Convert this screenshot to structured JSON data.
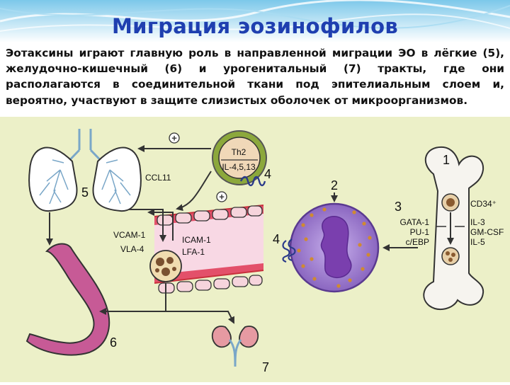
{
  "title": "Миграция эозинофилов",
  "description": "Эотаксины играют главную роль в направленной миграции ЭО в лёгкие (5), желудочно-кишечный (6) и урогенитальный (7) тракты, где они располагаются в соединительной ткани под эпителиальным слоем и, вероятно, участвуют в защите слизистых оболочек от микроорганизмов.",
  "colors": {
    "title": "#1f3fb0",
    "panel_bg": "#ecf0c8",
    "bone": "#f6f4ef",
    "vessel": "#c8303c",
    "eosinophil": "#9d7ad0",
    "nucleus": "#7a3fae",
    "granule": "#d08a30",
    "th2": "#8ca83c",
    "stomach": "#c75a96",
    "kidney": "#e69aa2"
  },
  "diagram": {
    "numbers": {
      "n1": "1",
      "n2": "2",
      "n3": "3",
      "n4a": "4",
      "n4b": "4",
      "n5": "5",
      "n6": "6",
      "n7": "7"
    },
    "plus": "+",
    "th2_label": "Th2",
    "th2_cytokines": "IL-4,5,13",
    "ccl11": "CCL11",
    "vcam1": "VCAM-1",
    "vla4": "VLA-4",
    "icam1": "ICAM-1",
    "lfa1": "LFA-1",
    "cd34": "CD34⁺",
    "tf_labels": [
      "GATA-1",
      "PU-1",
      "c/EBP"
    ],
    "cytokine_labels": [
      "IL-3",
      "GM-CSF",
      "IL-5"
    ]
  }
}
